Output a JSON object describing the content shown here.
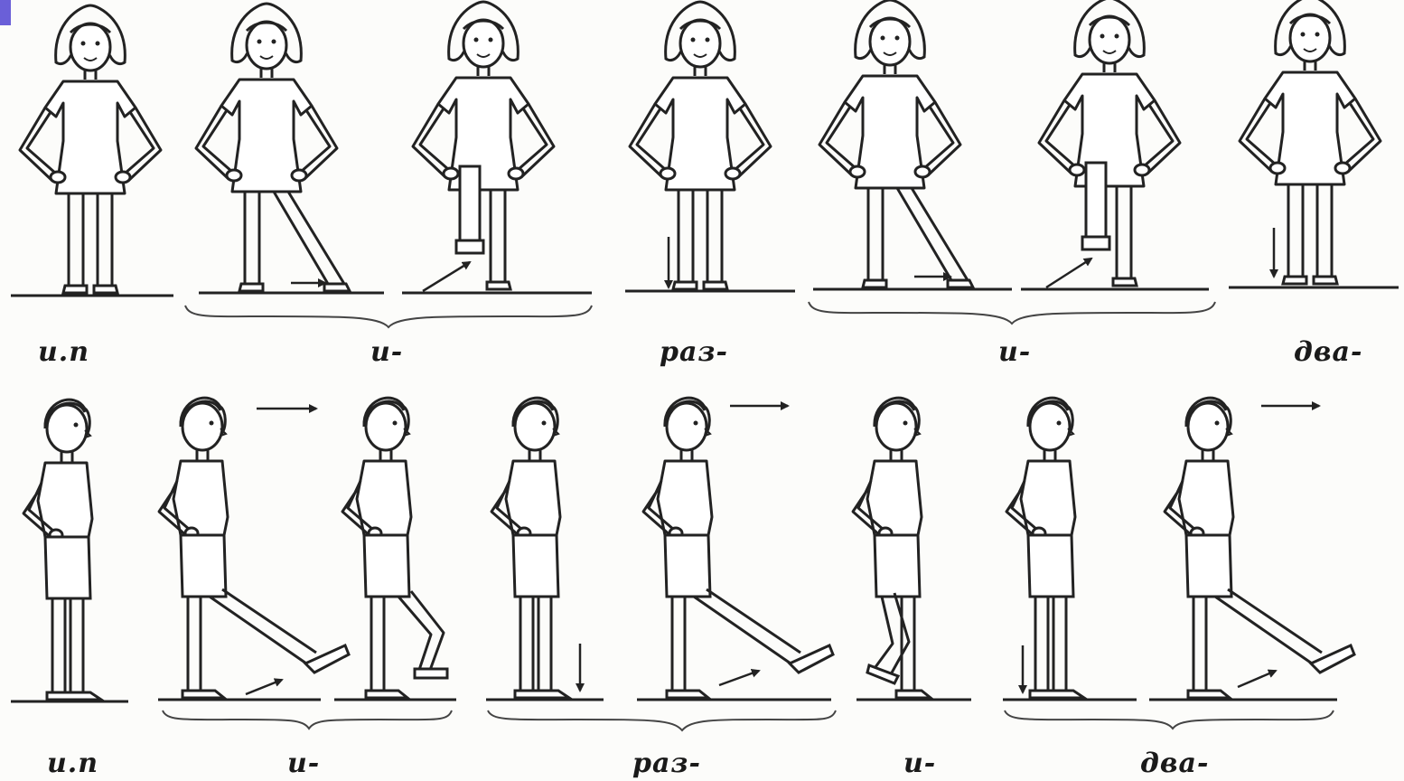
{
  "row_top": {
    "captions": [
      "и.п",
      "и-",
      "раз-",
      "и-",
      "два-"
    ]
  },
  "row_bottom": {
    "captions": [
      "и.п",
      "и-",
      "раз-",
      "и-",
      "два-"
    ]
  }
}
